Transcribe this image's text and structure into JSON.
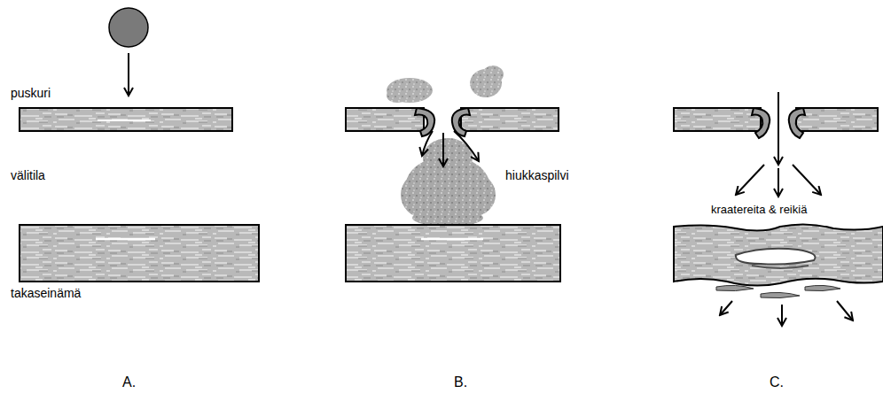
{
  "diagram": {
    "labels": [
      "puskuri",
      "välitila",
      "takaseinämä",
      "hiukkaspilvi",
      "kraatereita & reikiä",
      "A.",
      "B.",
      "C."
    ]
  }
}
